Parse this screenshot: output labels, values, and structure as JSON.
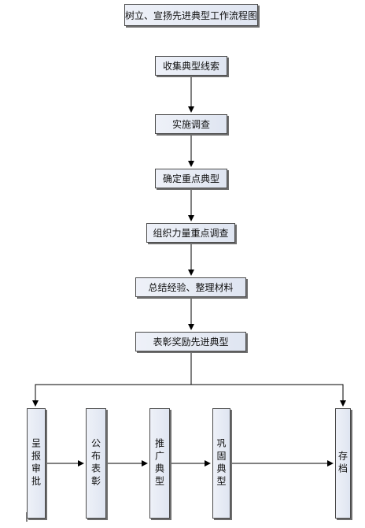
{
  "title": "树立、宣扬先进典型工作流程图",
  "steps": [
    "收集典型线索",
    "实施调查",
    "确定重点典型",
    "组织力量重点调查",
    "总结经验、整理材料",
    "表彰奖励先进典型"
  ],
  "branches": [
    "呈报审批",
    "公布表彰",
    "推广典型",
    "巩固典型",
    "存档"
  ],
  "colors": {
    "box_fill": "#e4e9f4",
    "border": "#4a4a4a",
    "shadow": "#6e6e6e",
    "arrow": "#000000"
  }
}
